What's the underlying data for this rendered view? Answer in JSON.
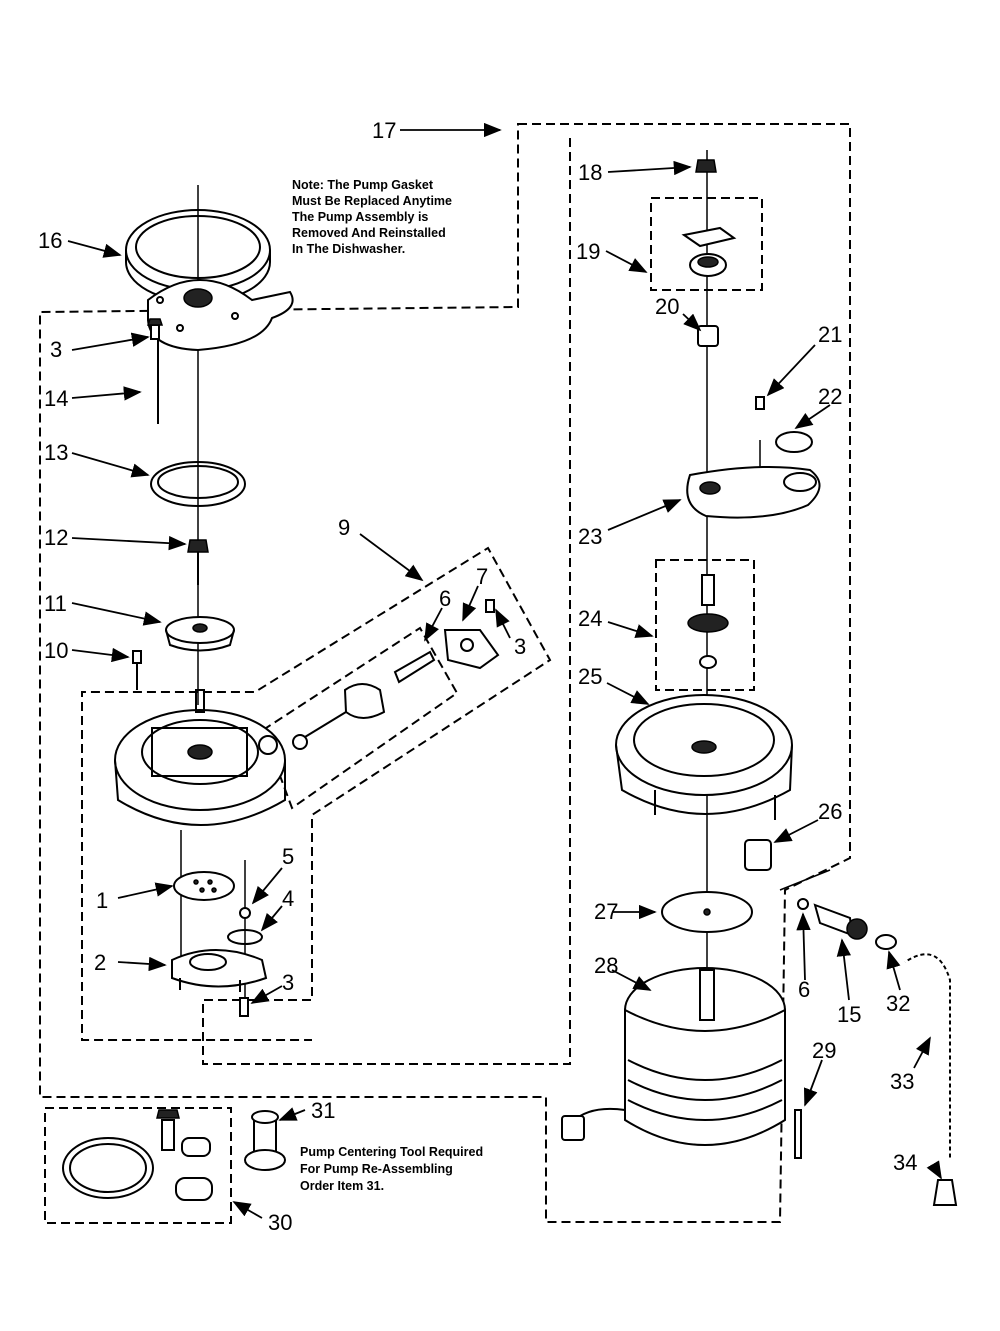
{
  "note_gasket": [
    "Note: The Pump Gasket",
    "Must Be Replaced Anytime",
    "The Pump Assembly is",
    "Removed And Reinstalled",
    "In The Dishwasher."
  ],
  "note_tool": [
    "Pump Centering Tool Required",
    "For Pump Re-Assembling",
    "Order Item 31."
  ],
  "callouts": {
    "c1": "1",
    "c2": "2",
    "c3a": "3",
    "c3b": "3",
    "c3c": "3",
    "c4": "4",
    "c5": "5",
    "c6a": "6",
    "c6b": "6",
    "c7": "7",
    "c9": "9",
    "c10": "10",
    "c11": "11",
    "c12": "12",
    "c13": "13",
    "c14": "14",
    "c15": "15",
    "c16": "16",
    "c17": "17",
    "c18": "18",
    "c19": "19",
    "c20": "20",
    "c21": "21",
    "c22": "22",
    "c23": "23",
    "c24": "24",
    "c25": "25",
    "c26": "26",
    "c27": "27",
    "c28": "28",
    "c29": "29",
    "c30": "30",
    "c31": "31",
    "c32": "32",
    "c33": "33",
    "c34": "34"
  }
}
